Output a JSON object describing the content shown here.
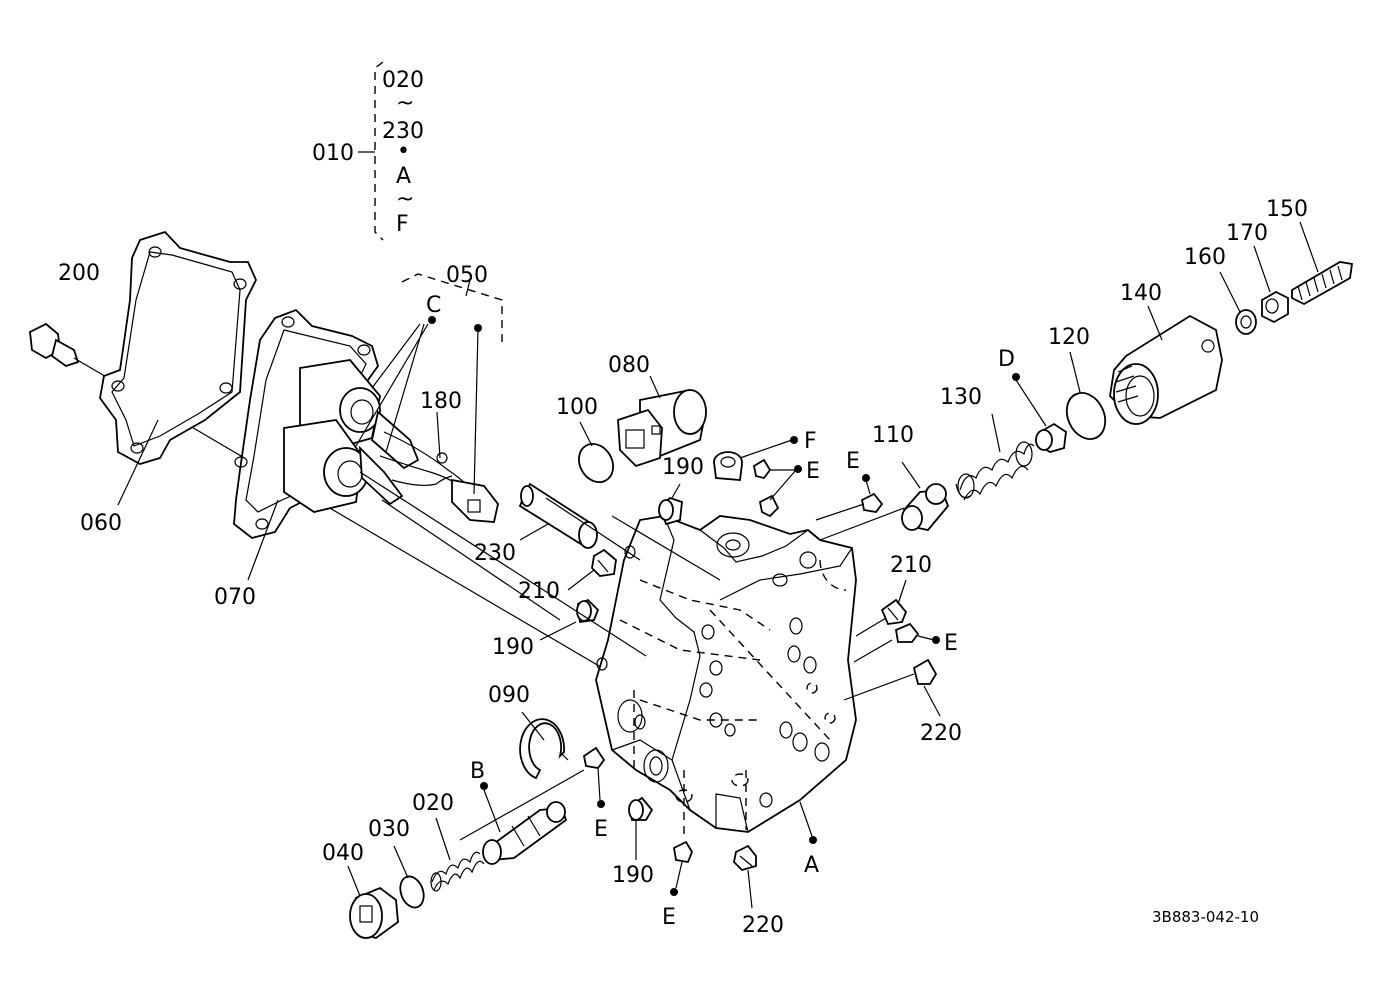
{
  "diagram": {
    "code": "3B883-042-10",
    "group": {
      "main": "010",
      "items": [
        "020",
        "~",
        "230",
        "•",
        "A",
        "~",
        "F"
      ]
    },
    "labels": {
      "l200": "200",
      "l060": "060",
      "l070": "070",
      "l050": "050",
      "lC": "C",
      "l180": "180",
      "l230": "230",
      "l210a": "210",
      "l190a": "190",
      "l100": "100",
      "l080": "080",
      "l190b": "190",
      "lF": "F",
      "lE1": "E",
      "lE2": "E",
      "l110": "110",
      "l130": "130",
      "lD": "D",
      "l120": "120",
      "l140": "140",
      "l160": "160",
      "l170": "170",
      "l150": "150",
      "l210b": "210",
      "lE3": "E",
      "l220a": "220",
      "l090": "090",
      "lB": "B",
      "l020": "020",
      "l030": "030",
      "l040": "040",
      "lE4": "E",
      "l190c": "190",
      "lE5": "E",
      "l220b": "220",
      "lA": "A"
    }
  }
}
